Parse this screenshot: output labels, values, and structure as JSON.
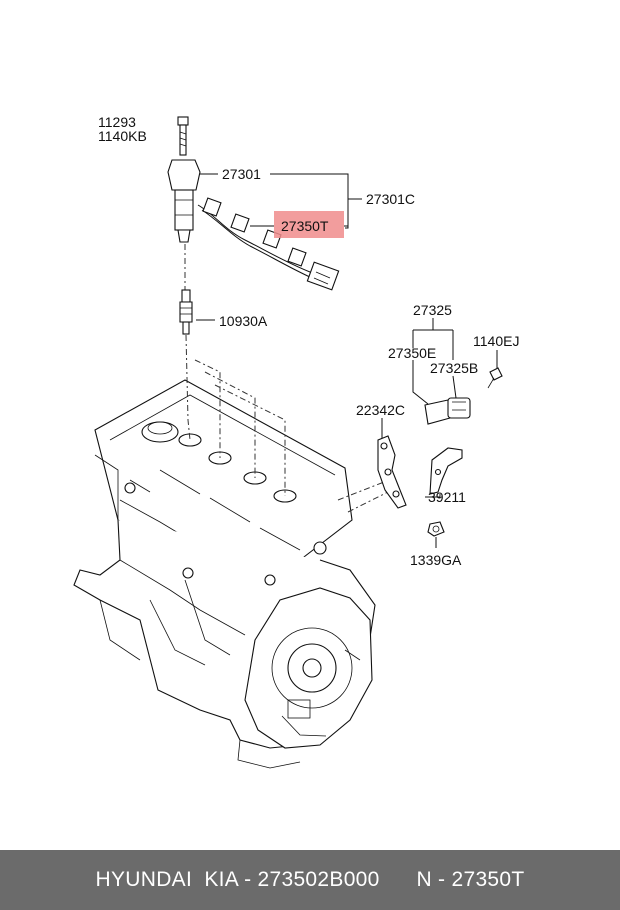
{
  "callouts": {
    "bolt_11293": "11293",
    "bolt_1140kb": "1140KB",
    "coil_27301": "27301",
    "assembly_27301c": "27301C",
    "harness_27350t": "27350T",
    "spark_plug_10930a": "10930A",
    "sensor_group_27325": "27325",
    "sensor_27350e": "27350E",
    "sensor_27325b": "27325B",
    "bolt_1140ej": "1140EJ",
    "bracket_22342c": "22342C",
    "bracket_39211": "39211",
    "nut_1339ga": "1339GA"
  },
  "highlight": {
    "part": "27350T",
    "color": "#f08c8c"
  },
  "footer": {
    "brand": "HYUNDAI  KIA - 273502B000",
    "ref": "N - 27350T",
    "background": "#6b6b6b",
    "text_color": "#ffffff"
  }
}
